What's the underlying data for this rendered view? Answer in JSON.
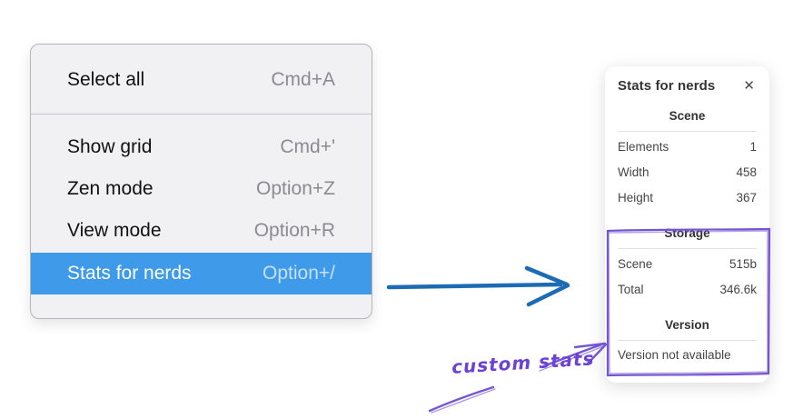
{
  "context_menu": {
    "items": [
      {
        "label": "Select all",
        "shortcut": "Cmd+A",
        "highlighted": false
      },
      {
        "label": "Show grid",
        "shortcut": "Cmd+'",
        "highlighted": false
      },
      {
        "label": "Zen mode",
        "shortcut": "Option+Z",
        "highlighted": false
      },
      {
        "label": "View mode",
        "shortcut": "Option+R",
        "highlighted": false
      },
      {
        "label": "Stats for nerds",
        "shortcut": "Option+/",
        "highlighted": true
      }
    ]
  },
  "stats_panel": {
    "title": "Stats for nerds",
    "close_icon": "✕",
    "scene_section": {
      "heading": "Scene",
      "rows": [
        {
          "label": "Elements",
          "value": "1"
        },
        {
          "label": "Width",
          "value": "458"
        },
        {
          "label": "Height",
          "value": "367"
        }
      ]
    },
    "storage_section": {
      "heading": "Storage",
      "rows": [
        {
          "label": "Scene",
          "value": "515b"
        },
        {
          "label": "Total",
          "value": "346.6k"
        }
      ]
    },
    "version_section": {
      "heading": "Version",
      "note": "Version not available"
    }
  },
  "annotation": {
    "label": "custom stats"
  },
  "colors": {
    "menu_highlight": "#3f9be9",
    "arrow_blue": "#1c6bb4",
    "annotation_purple": "#7456d2",
    "annotation_text": "#6b42d4"
  }
}
